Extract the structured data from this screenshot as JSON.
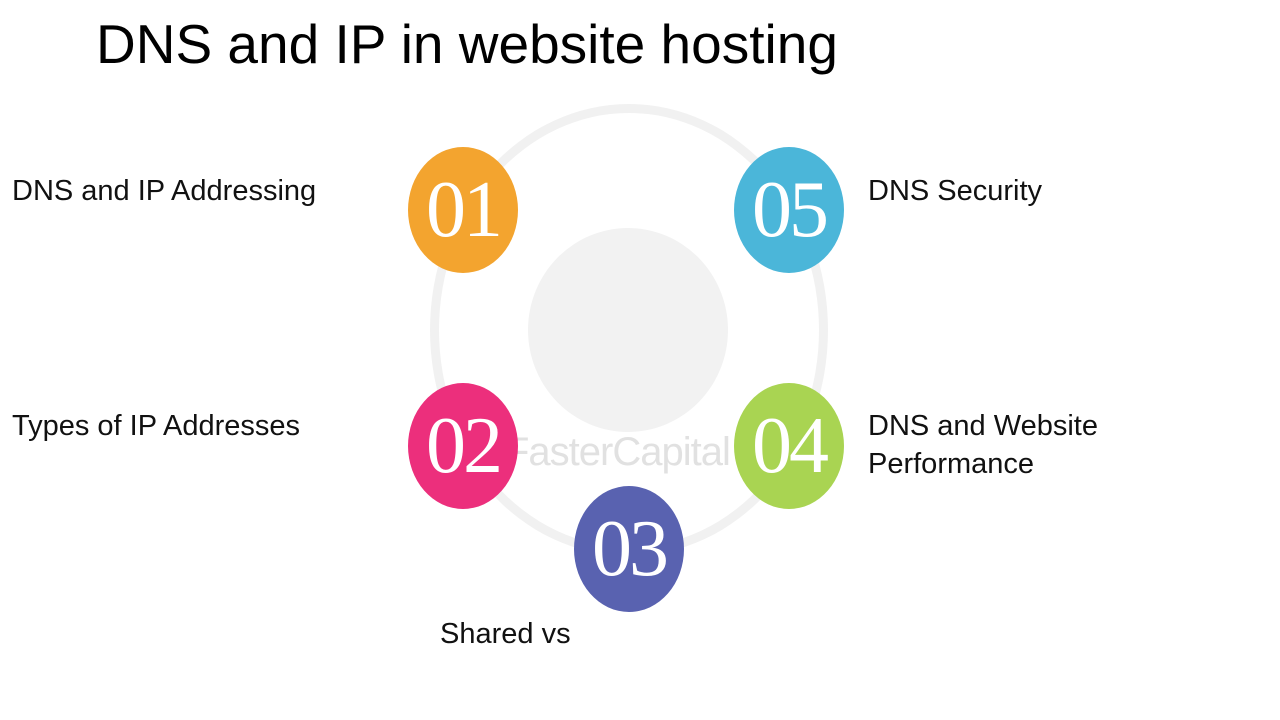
{
  "title": "DNS and IP in website hosting",
  "watermark": "FasterCapital",
  "items": [
    {
      "number": "01",
      "label": "DNS and IP Addressing",
      "color": "#f3a42f"
    },
    {
      "number": "02",
      "label": "Types of IP Addresses",
      "color": "#ec2f7c"
    },
    {
      "number": "03",
      "label": "Shared vs",
      "color": "#5962b0"
    },
    {
      "number": "04",
      "label": "DNS and Website Performance",
      "color": "#a9d452"
    },
    {
      "number": "05",
      "label": "DNS Security",
      "color": "#4bb6d9"
    }
  ]
}
